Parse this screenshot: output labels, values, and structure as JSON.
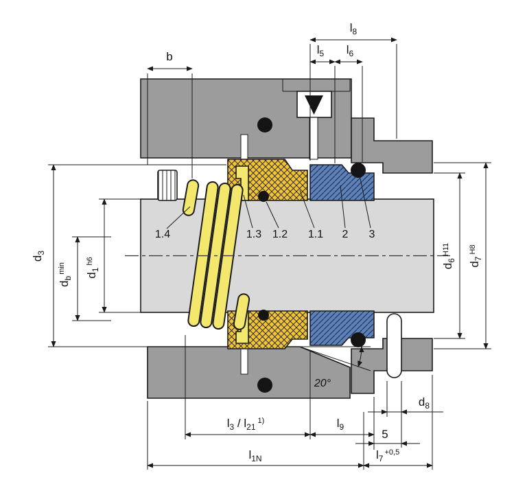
{
  "colors": {
    "background": "#ffffff",
    "housing": "#9c9c9c",
    "shaft": "#d9d9d9",
    "spring": "#f3e76e",
    "elastomer": "#f0c434",
    "seat": "#5d82ba",
    "oring": "#141414",
    "line": "#1a1a1a"
  },
  "labels": {
    "l8": {
      "base": "l",
      "sub": "8"
    },
    "l5": {
      "base": "l",
      "sub": "5"
    },
    "l6": {
      "base": "l",
      "sub": "6"
    },
    "b": {
      "base": "b"
    },
    "d3": {
      "base": "d",
      "sub": "3"
    },
    "db_min": {
      "base": "d",
      "sub": "b",
      "sup": "min"
    },
    "d1": {
      "base": "d",
      "sub": "1",
      "tol": "h6"
    },
    "d6": {
      "base": "d",
      "sub": "6",
      "tol": "H11"
    },
    "d7": {
      "base": "d",
      "sub": "7",
      "tol": "H8"
    },
    "l3_l21": {
      "base": "l",
      "sub": "3",
      "mid": " / l",
      "sub2": "21",
      "sup": "1)"
    },
    "l9": {
      "base": "l",
      "sub": "9"
    },
    "dim5": {
      "value": "5"
    },
    "d8": {
      "base": "d",
      "sub": "8"
    },
    "l1N": {
      "base": "l",
      "sub": "1N"
    },
    "l7": {
      "base": "l",
      "sub": "7",
      "sup": "+0,5"
    },
    "angle": {
      "value": "20°"
    }
  },
  "callouts": {
    "c14": "1.4",
    "c13": "1.3",
    "c12": "1.2",
    "c11": "1.1",
    "c2": "2",
    "c3": "3"
  }
}
